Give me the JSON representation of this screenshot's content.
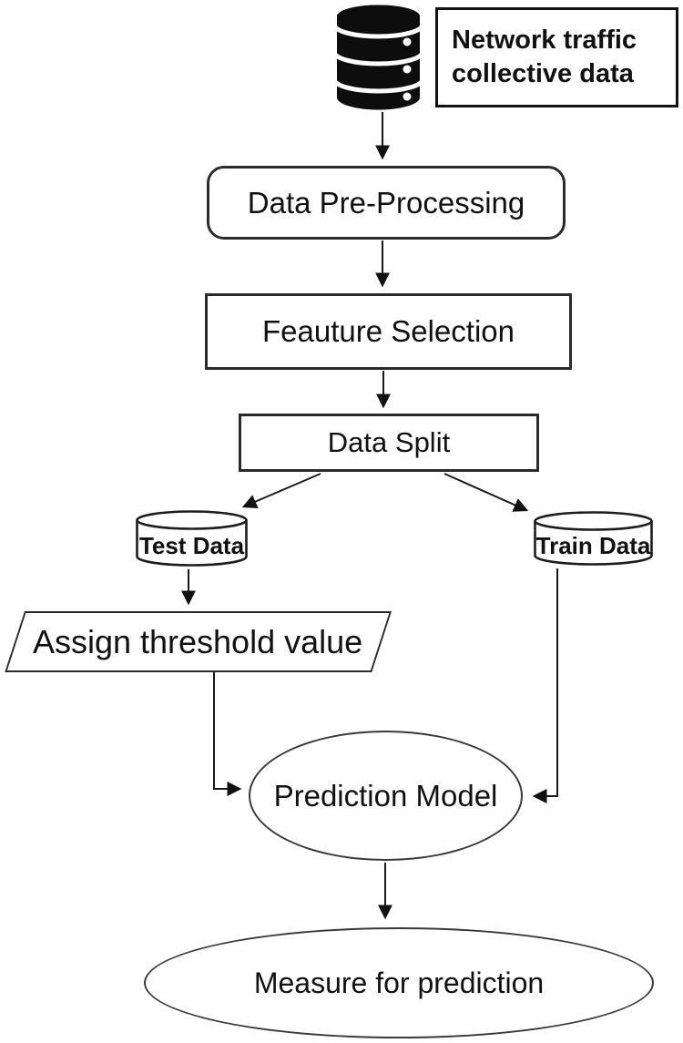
{
  "flowchart": {
    "source": {
      "icon": "database-icon",
      "label_line1": "Network traffic",
      "label_line2": "collective data"
    },
    "nodes": {
      "preprocessing": {
        "label": "Data Pre-Processing",
        "shape": "rounded-rectangle"
      },
      "feature_selection": {
        "label": "Feauture Selection",
        "shape": "rectangle"
      },
      "data_split": {
        "label": "Data Split",
        "shape": "rectangle"
      },
      "test_data": {
        "label": "Test Data",
        "shape": "cylinder"
      },
      "train_data": {
        "label": "Train Data",
        "shape": "cylinder"
      },
      "assign_threshold": {
        "label": "Assign threshold value",
        "shape": "parallelogram"
      },
      "prediction_model": {
        "label": "Prediction Model",
        "shape": "ellipse"
      },
      "measure_prediction": {
        "label": "Measure for prediction",
        "shape": "ellipse"
      }
    },
    "edges": [
      {
        "from": "source",
        "to": "preprocessing"
      },
      {
        "from": "preprocessing",
        "to": "feature_selection"
      },
      {
        "from": "feature_selection",
        "to": "data_split"
      },
      {
        "from": "data_split",
        "to": "test_data"
      },
      {
        "from": "data_split",
        "to": "train_data"
      },
      {
        "from": "test_data",
        "to": "assign_threshold"
      },
      {
        "from": "assign_threshold",
        "to": "prediction_model"
      },
      {
        "from": "train_data",
        "to": "prediction_model"
      },
      {
        "from": "prediction_model",
        "to": "measure_prediction"
      }
    ],
    "colors": {
      "stroke": "#2b2b2b",
      "line": "#1a1a1a",
      "background": "#ffffff",
      "icon_fill": "#0d0d0d",
      "text": "#111111"
    }
  }
}
